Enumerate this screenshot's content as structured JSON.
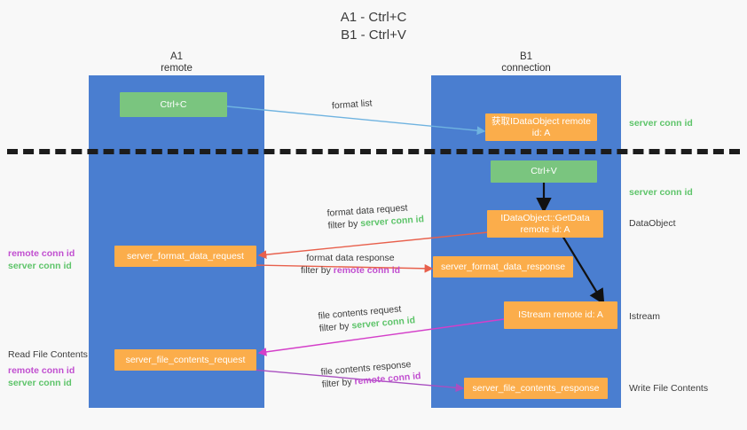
{
  "title": "A1 - Ctrl+C\nB1 - Ctrl+V",
  "lanes": [
    {
      "name": "a1",
      "title": "A1\nremote"
    },
    {
      "name": "b1",
      "title": "B1\nconnection"
    }
  ],
  "nodes": [
    {
      "id": "ctrl-c",
      "label": "Ctrl+C",
      "color": "green"
    },
    {
      "id": "get-idataobject",
      "label": "获取IDataObject\nremote id: A",
      "color": "orange"
    },
    {
      "id": "ctrl-v",
      "label": "Ctrl+V",
      "color": "green"
    },
    {
      "id": "idataobject-getdata",
      "label": "IDataObject::GetData\nremote id: A",
      "color": "orange"
    },
    {
      "id": "server-format-data-request",
      "label": "server_format_data_request",
      "color": "orange"
    },
    {
      "id": "server-format-data-response",
      "label": "server_format_data_response",
      "color": "orange"
    },
    {
      "id": "istream",
      "label": "IStream\nremote id: A",
      "color": "orange"
    },
    {
      "id": "server-file-contents-request",
      "label": "server_file_contents_request",
      "color": "orange"
    },
    {
      "id": "server-file-contents-response",
      "label": "server_file_contents_response",
      "color": "orange"
    }
  ],
  "edge_labels": {
    "format_list": "format list",
    "format_data_request": "format data request",
    "format_data_request_filter_prefix": "filter by ",
    "format_data_request_filter_id": "server conn id",
    "format_data_response": "format data response",
    "format_data_response_filter_prefix": "filter by ",
    "format_data_response_filter_id": "remote conn id",
    "file_contents_request": "file contents request",
    "file_contents_request_filter_prefix": "filter by ",
    "file_contents_request_filter_id": "server conn id",
    "file_contents_response": "file contents response",
    "file_contents_response_filter_prefix": "filter by ",
    "file_contents_response_filter_id": "remote conn id"
  },
  "side_labels": {
    "right_server_conn_id_top": "server conn id",
    "right_server_conn_id_mid": "server conn id",
    "right_dataobject": "DataObject",
    "right_istream": "Istream",
    "right_write_file_contents": "Write File Contents",
    "left_remote_conn_id_1": "remote conn id",
    "left_server_conn_id_1": "server conn id",
    "left_read_file_contents": "Read File Contents",
    "left_remote_conn_id_2": "remote conn id",
    "left_server_conn_id_2": "server conn id"
  },
  "colors": {
    "lane": "#4a7ed0",
    "node_orange": "#fbad4b",
    "node_green": "#7ac57f",
    "green_id": "#5ec46a",
    "purple_id": "#c14fd0",
    "arrow_blue": "#6fb3e0",
    "arrow_red": "#e8604c",
    "arrow_magenta": "#d43fc9",
    "arrow_purple": "#a94fc0",
    "arrow_black": "#111111",
    "background": "#f8f8f8"
  }
}
